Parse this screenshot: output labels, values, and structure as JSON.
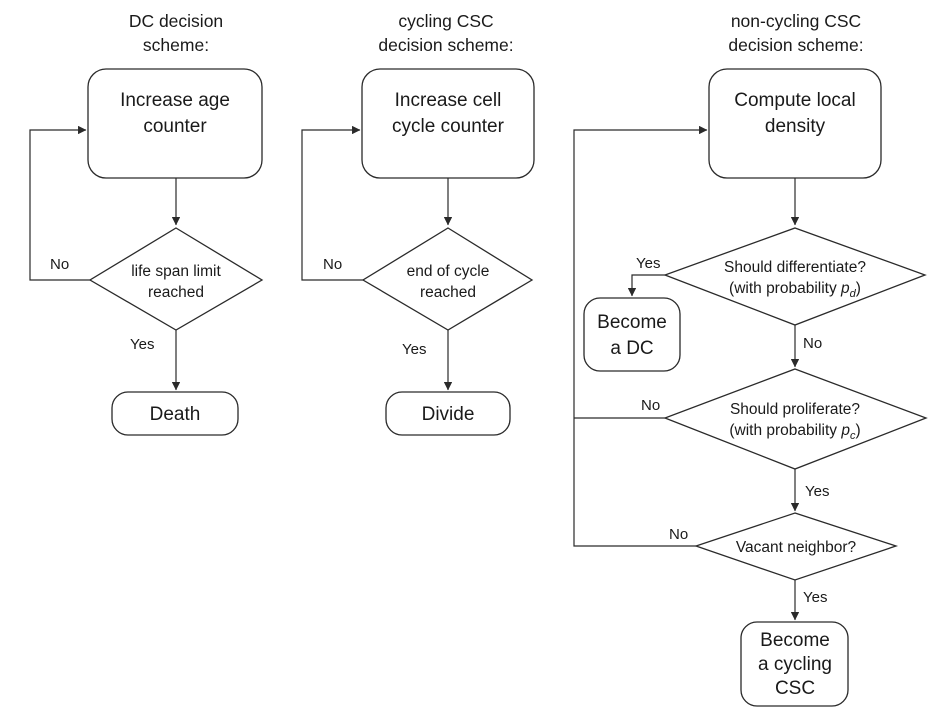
{
  "schemes": {
    "dc": {
      "title": [
        "DC decision",
        "scheme:"
      ],
      "process": [
        "Increase age",
        "counter"
      ],
      "decision": [
        "life span limit",
        "reached"
      ],
      "no_label": "No",
      "yes_label": "Yes",
      "terminal": "Death"
    },
    "cycling": {
      "title": [
        "cycling CSC",
        "decision scheme:"
      ],
      "process": [
        "Increase cell",
        "cycle counter"
      ],
      "decision": [
        "end of cycle",
        "reached"
      ],
      "no_label": "No",
      "yes_label": "Yes",
      "terminal": "Divide"
    },
    "noncycling": {
      "title": [
        "non-cycling CSC",
        "decision scheme:"
      ],
      "process": [
        "Compute local",
        "density"
      ],
      "decision_differentiate": {
        "question": "Should differentiate?",
        "prob_prefix": "(with probability ",
        "prob_symbol": "p",
        "prob_sub": "d",
        "prob_suffix": ")"
      },
      "differentiate_yes": "Yes",
      "differentiate_outcome": [
        "Become",
        "a DC"
      ],
      "differentiate_no": "No",
      "decision_proliferate": {
        "question": "Should proliferate?",
        "prob_prefix": "(with probability ",
        "prob_symbol": "p",
        "prob_sub": "c",
        "prob_suffix": ")"
      },
      "proliferate_no": "No",
      "proliferate_yes": "Yes",
      "decision_vacant": "Vacant neighbor?",
      "vacant_no": "No",
      "vacant_yes": "Yes",
      "vacant_outcome": [
        "Become",
        "a cycling",
        "CSC"
      ]
    }
  }
}
